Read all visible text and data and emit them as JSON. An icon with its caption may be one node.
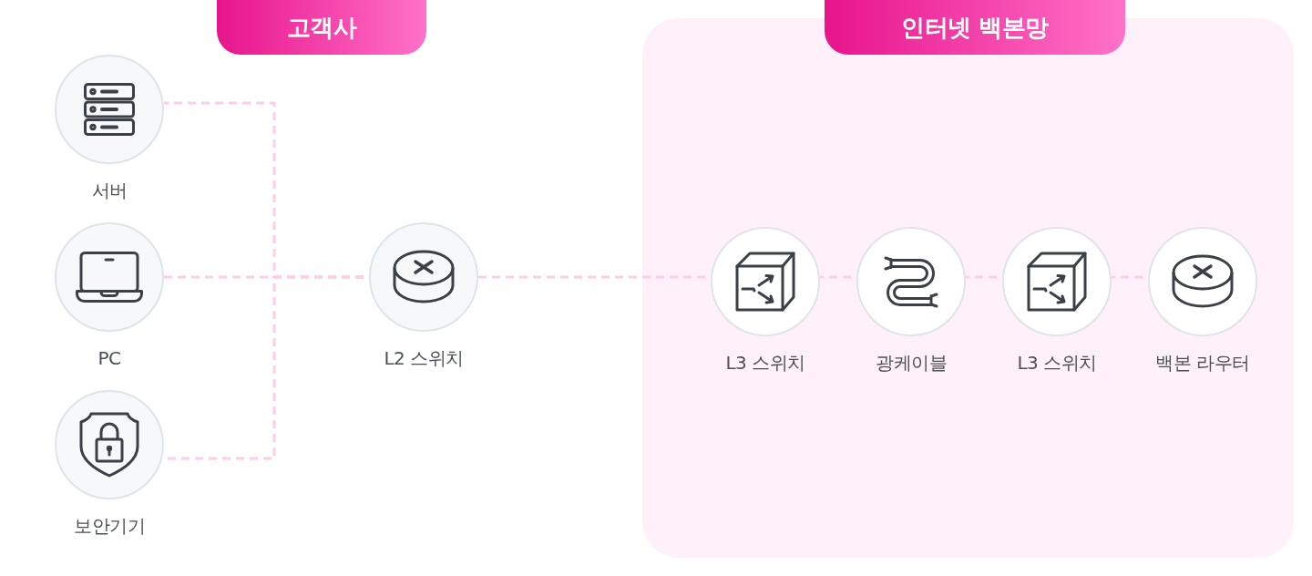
{
  "diagram": {
    "nodes": [
      {
        "text": [
          "고객사"
        ]
      },
      {
        "text": [
          "서버"
        ]
      },
      {
        "text": [
          "PC"
        ]
      },
      {
        "text": [
          "보안기기"
        ]
      },
      {
        "text": [
          "L2 스위치"
        ]
      },
      {
        "text": [
          "인터넷 백본망"
        ]
      },
      {
        "text": [
          "L3 스위치"
        ],
        "in": 5
      },
      {
        "text": [
          "광케이블"
        ],
        "in": 5
      },
      {
        "text": [
          "L3 스위치"
        ],
        "in": 5
      },
      {
        "text": [
          "백본 라우터"
        ],
        "in": 5
      }
    ],
    "edges": [
      {
        "from": 1,
        "to": 4,
        "arrow": "none",
        "style": "dashed"
      },
      {
        "from": 2,
        "to": 4,
        "arrow": "none",
        "style": "dashed"
      },
      {
        "from": 3,
        "to": 4,
        "arrow": "none",
        "style": "dashed"
      },
      {
        "from": 4,
        "to": 6,
        "arrow": "none",
        "style": "dashed"
      },
      {
        "from": 6,
        "to": 7,
        "arrow": "none",
        "style": "dashed"
      },
      {
        "from": 7,
        "to": 8,
        "arrow": "none",
        "style": "dashed"
      },
      {
        "from": 8,
        "to": 9,
        "arrow": "none",
        "style": "dashed"
      }
    ]
  }
}
